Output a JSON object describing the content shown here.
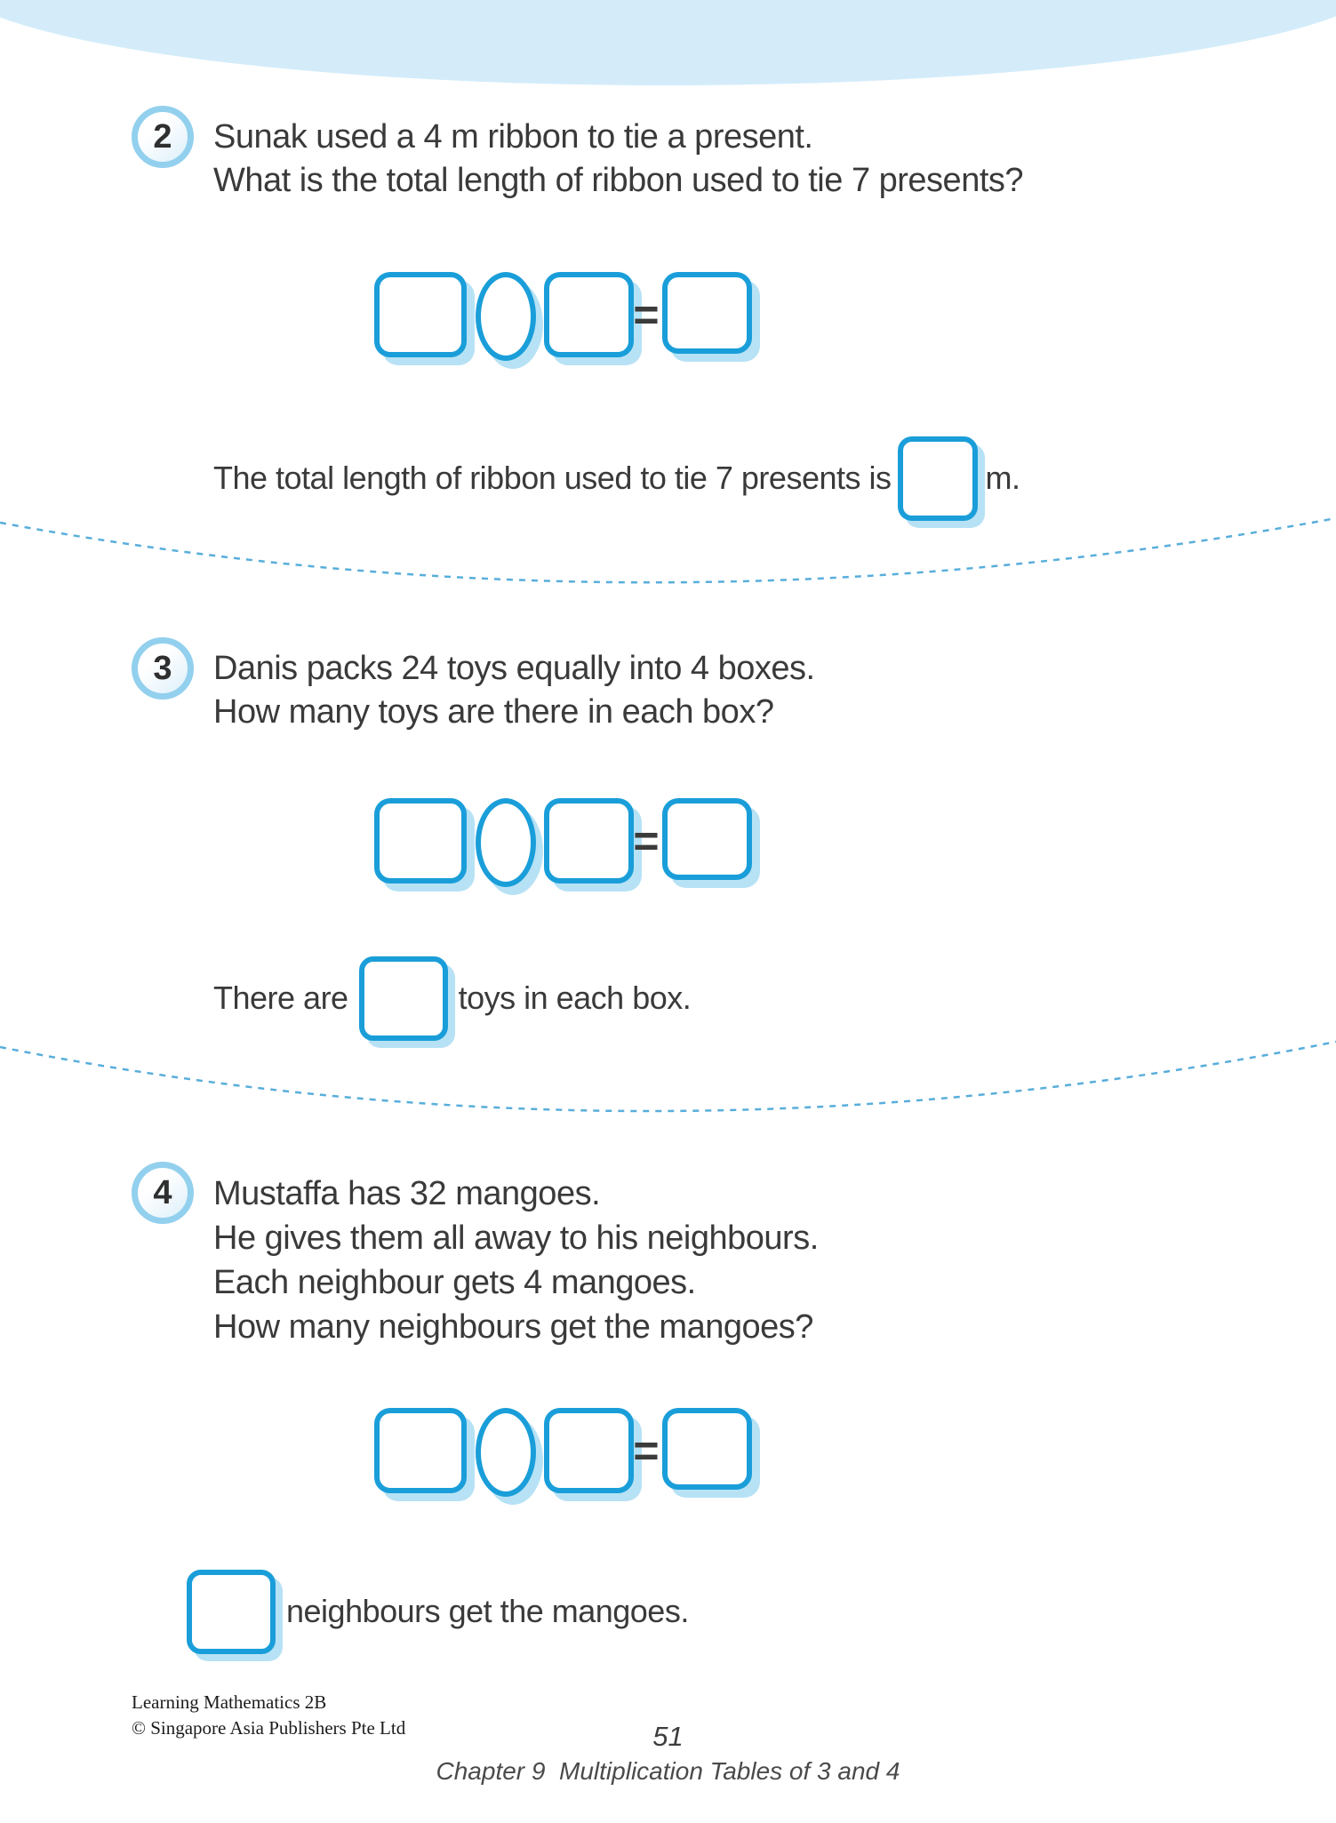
{
  "colors": {
    "accent_blue_border": "#1a9ed9",
    "shadow_light_blue": "#b7e2f5",
    "dome_light_blue": "#d4ecfa",
    "badge_ring_blue": "#92d0ee",
    "divider_dash_blue": "#58aedb",
    "text_dark": "#3a3a3a"
  },
  "equation_equals": "=",
  "questions": [
    {
      "number": "2",
      "lines": [
        "Sunak used a 4 m ribbon to tie a present.",
        "What is the total length of ribbon used to tie 7 presents?"
      ],
      "answer": {
        "prefix": "The total length of ribbon used to tie 7 presents is",
        "suffix": "m."
      }
    },
    {
      "number": "3",
      "lines": [
        "Danis packs 24 toys equally into 4 boxes.",
        "How many toys are there in each box?"
      ],
      "answer": {
        "prefix": "There are",
        "suffix": "toys in each box."
      }
    },
    {
      "number": "4",
      "lines": [
        "Mustaffa has 32 mangoes.",
        "He gives them all away to his neighbours.",
        "Each neighbour gets 4 mangoes.",
        "How many neighbours get the mangoes?"
      ],
      "answer": {
        "prefix": "",
        "suffix": "neighbours get the mangoes."
      }
    }
  ],
  "footer": {
    "book_title": "Learning Mathematics 2B",
    "copyright": "© Singapore Asia Publishers Pte Ltd",
    "page_number": "51",
    "chapter": "Chapter 9  Multiplication Tables of 3 and 4"
  }
}
